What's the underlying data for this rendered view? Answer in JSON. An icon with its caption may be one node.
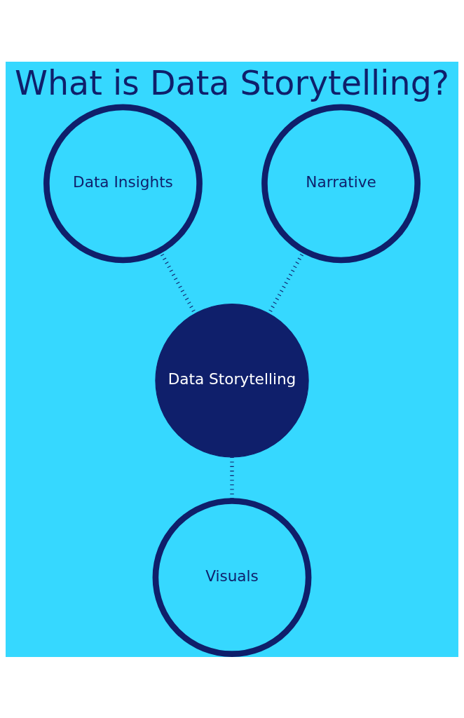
{
  "diagram": {
    "title": "What is Data Storytelling?",
    "nodes": [
      {
        "text": [
          "Data Insights"
        ]
      },
      {
        "text": [
          "Narrative"
        ]
      },
      {
        "text": [
          "Data Storytelling"
        ]
      },
      {
        "text": [
          "Visuals"
        ]
      }
    ],
    "edges": [
      {
        "from": 0,
        "to": 2,
        "arrow": "none"
      },
      {
        "from": 1,
        "to": 2,
        "arrow": "none"
      },
      {
        "from": 2,
        "to": 3,
        "arrow": "none"
      }
    ]
  }
}
